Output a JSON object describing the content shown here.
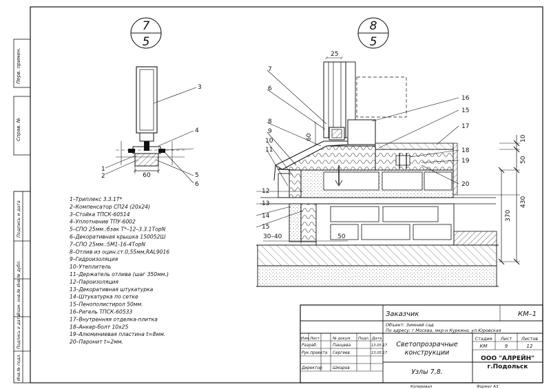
{
  "side_stamp": {
    "perv_primen": "Перв. примен.",
    "sprav": "Справ. №",
    "podpis_data_1": "Подпись и дата",
    "inv_dubl": "Взам. инв.№  Инв.№ дубл.",
    "podpis_data_2": "Подпись и дата",
    "inv_podl": "Инв.№ подл."
  },
  "nodes": [
    {
      "top": "7",
      "bottom": "5"
    },
    {
      "top": "8",
      "bottom": "5"
    }
  ],
  "dims": {
    "d60_left": "60",
    "d25": "25",
    "d60_right": "60",
    "d10": "10",
    "d50_top": "50",
    "d430": "430",
    "d370": "370",
    "d30_40": "30–40",
    "d50_bottom": "50"
  },
  "callouts_left": [
    "1",
    "2",
    "3",
    "4",
    "5",
    "6"
  ],
  "callouts_right_left": [
    "7",
    "6",
    "8",
    "9",
    "10",
    "11",
    "12",
    "13",
    "14",
    "15"
  ],
  "callouts_right_right": [
    "16",
    "15",
    "17",
    "18",
    "19",
    "20"
  ],
  "legend": [
    "1–Триплекс 3.3.1Т*",
    "2–Компенсатор СП24 (20х24)",
    "3–Стойка ТПСК-60514",
    "4–Уплотнение ТПУ-6002",
    "5–СПО 25мм.:бзак Т*–12–3.3.1ТорN",
    "6–Декоративная крышка 150052Ш",
    "7–СПО 25мм.:5М1-16-4ТорN",
    "8–Отлив из оцин.ст.0,55мм,RAL9016",
    "9–Гидроизоляция",
    "10–Утеплитель",
    "11–Держатель отлива (шаг 350мм.)",
    "12–Пароизоляция",
    "13–Декоративная штукатурка",
    "14–Штукатурка по сетке",
    "15–Пенополистирол 50мм.",
    "16–Ригель ТПСК-60533",
    "17–Внутренняя отделка-плитка",
    "18–Анкер-болт 10х25",
    "19–Алюминиевая пластина t=8мм.",
    "20–Паронит t=2мм."
  ],
  "title_block": {
    "customer_label": "Заказчик",
    "code": "КМ–1",
    "object": "Объект: Зимний сад",
    "address": "По адресу: г.Москва, мкр-н Куркино, ул.Юровская",
    "col_izm": "Изм.",
    "col_list": "Лист",
    "col_doc": "№ докум.",
    "col_sign": "Подп.",
    "col_date": "Дата",
    "row1_role": "Разраб.",
    "row1_name": "Панцева",
    "row1_date": "13.05.17",
    "row2_role": "Рук.проекта",
    "row2_name": "Сергеев",
    "row2_date": "13.05.17",
    "row3_role": "Директор",
    "row3_name": "Шмаров",
    "doc_title_1": "Светопрозрачные",
    "doc_title_2": "конструкции",
    "sheet_title": "Узлы 7,8.",
    "stage_label": "Стадия",
    "sheet_label": "Лист",
    "sheets_label": "Листов",
    "stage": "КМ",
    "sheet": "9",
    "sheets": "12",
    "company_1": "ООО \"АЛРЕЙН\"",
    "company_2": "г.Подольск",
    "copied": "Копировал",
    "format": "Формат  А3"
  }
}
